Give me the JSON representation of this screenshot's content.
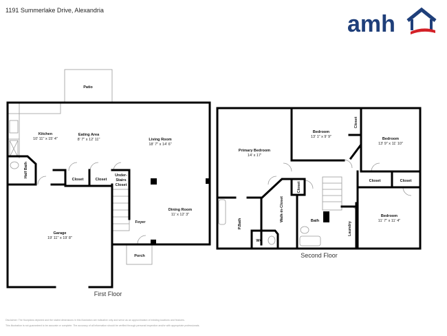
{
  "header": {
    "address": "1191 Summerlake Drive, Alexandria"
  },
  "logo": {
    "text": "amh",
    "colors": {
      "navy": "#1f3f7a",
      "red": "#d32027"
    }
  },
  "first_floor": {
    "title": "First Floor",
    "rooms": [
      {
        "name": "Patio"
      },
      {
        "name": "Kitchen",
        "dims": "10' 11\" x 15' 4\""
      },
      {
        "name": "Eating Area",
        "dims": "8' 7\" x 12' 11\""
      },
      {
        "name": "Living Room",
        "dims": "18' 7\" x 14' 6\""
      },
      {
        "name": "Half Bath"
      },
      {
        "name": "Closet"
      },
      {
        "name": "Closet"
      },
      {
        "name": "Under-"
      },
      {
        "name": "Stairs"
      },
      {
        "name": "Closet"
      },
      {
        "name": "Dining Room",
        "dims": "11' x 12' 3\""
      },
      {
        "name": "Foyer"
      },
      {
        "name": "Garage",
        "dims": "19' 11\" x 19' 8\""
      },
      {
        "name": "Porch"
      }
    ]
  },
  "second_floor": {
    "title": "Second Floor",
    "rooms": [
      {
        "name": "Primary Bedroom",
        "dims": "14' x 17'"
      },
      {
        "name": "Bedroom",
        "dims": "13' 1\" x 9' 9\""
      },
      {
        "name": "Closet"
      },
      {
        "name": "Bedroom",
        "dims": "13' 9\" x 11' 10\""
      },
      {
        "name": "Closet"
      },
      {
        "name": "Closet"
      },
      {
        "name": "Bedroom",
        "dims": "11' 7\" x 11' 4\""
      },
      {
        "name": "Closet"
      },
      {
        "name": "Walk-in-Closet"
      },
      {
        "name": "P.Bath"
      },
      {
        "name": "WC"
      },
      {
        "name": "Bath"
      },
      {
        "name": "Laundry"
      }
    ]
  },
  "disclaimer": [
    "Disclaimer: The floorplans depicted and the stated dimensions in this illustration are indicative only and serve as an approximation of existing locations and features.",
    "This illustration is not guaranteed to be accurate or complete. The accuracy of all information should be verified through personal inspection and/or with appropriate professionals."
  ]
}
